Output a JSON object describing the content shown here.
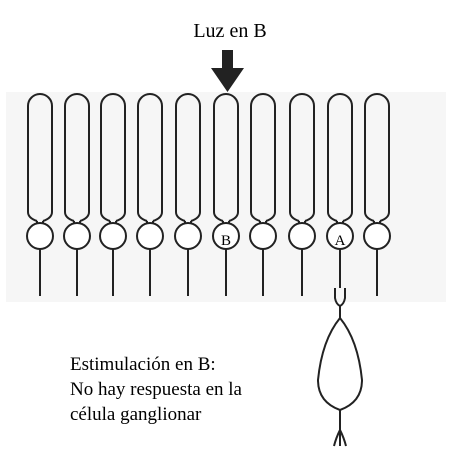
{
  "labels": {
    "light": "Luz en B",
    "cell_b": "B",
    "cell_a": "A"
  },
  "caption": {
    "line1": "Estimulación en B:",
    "line2": "No hay respuesta en la",
    "line3": "célula ganglionar"
  },
  "cells": {
    "count": 10,
    "stimulated_index": 5,
    "connected_index": 8
  },
  "colors": {
    "stroke": "#222222",
    "text": "#000000",
    "background_ghost": "#d9d9d9"
  }
}
